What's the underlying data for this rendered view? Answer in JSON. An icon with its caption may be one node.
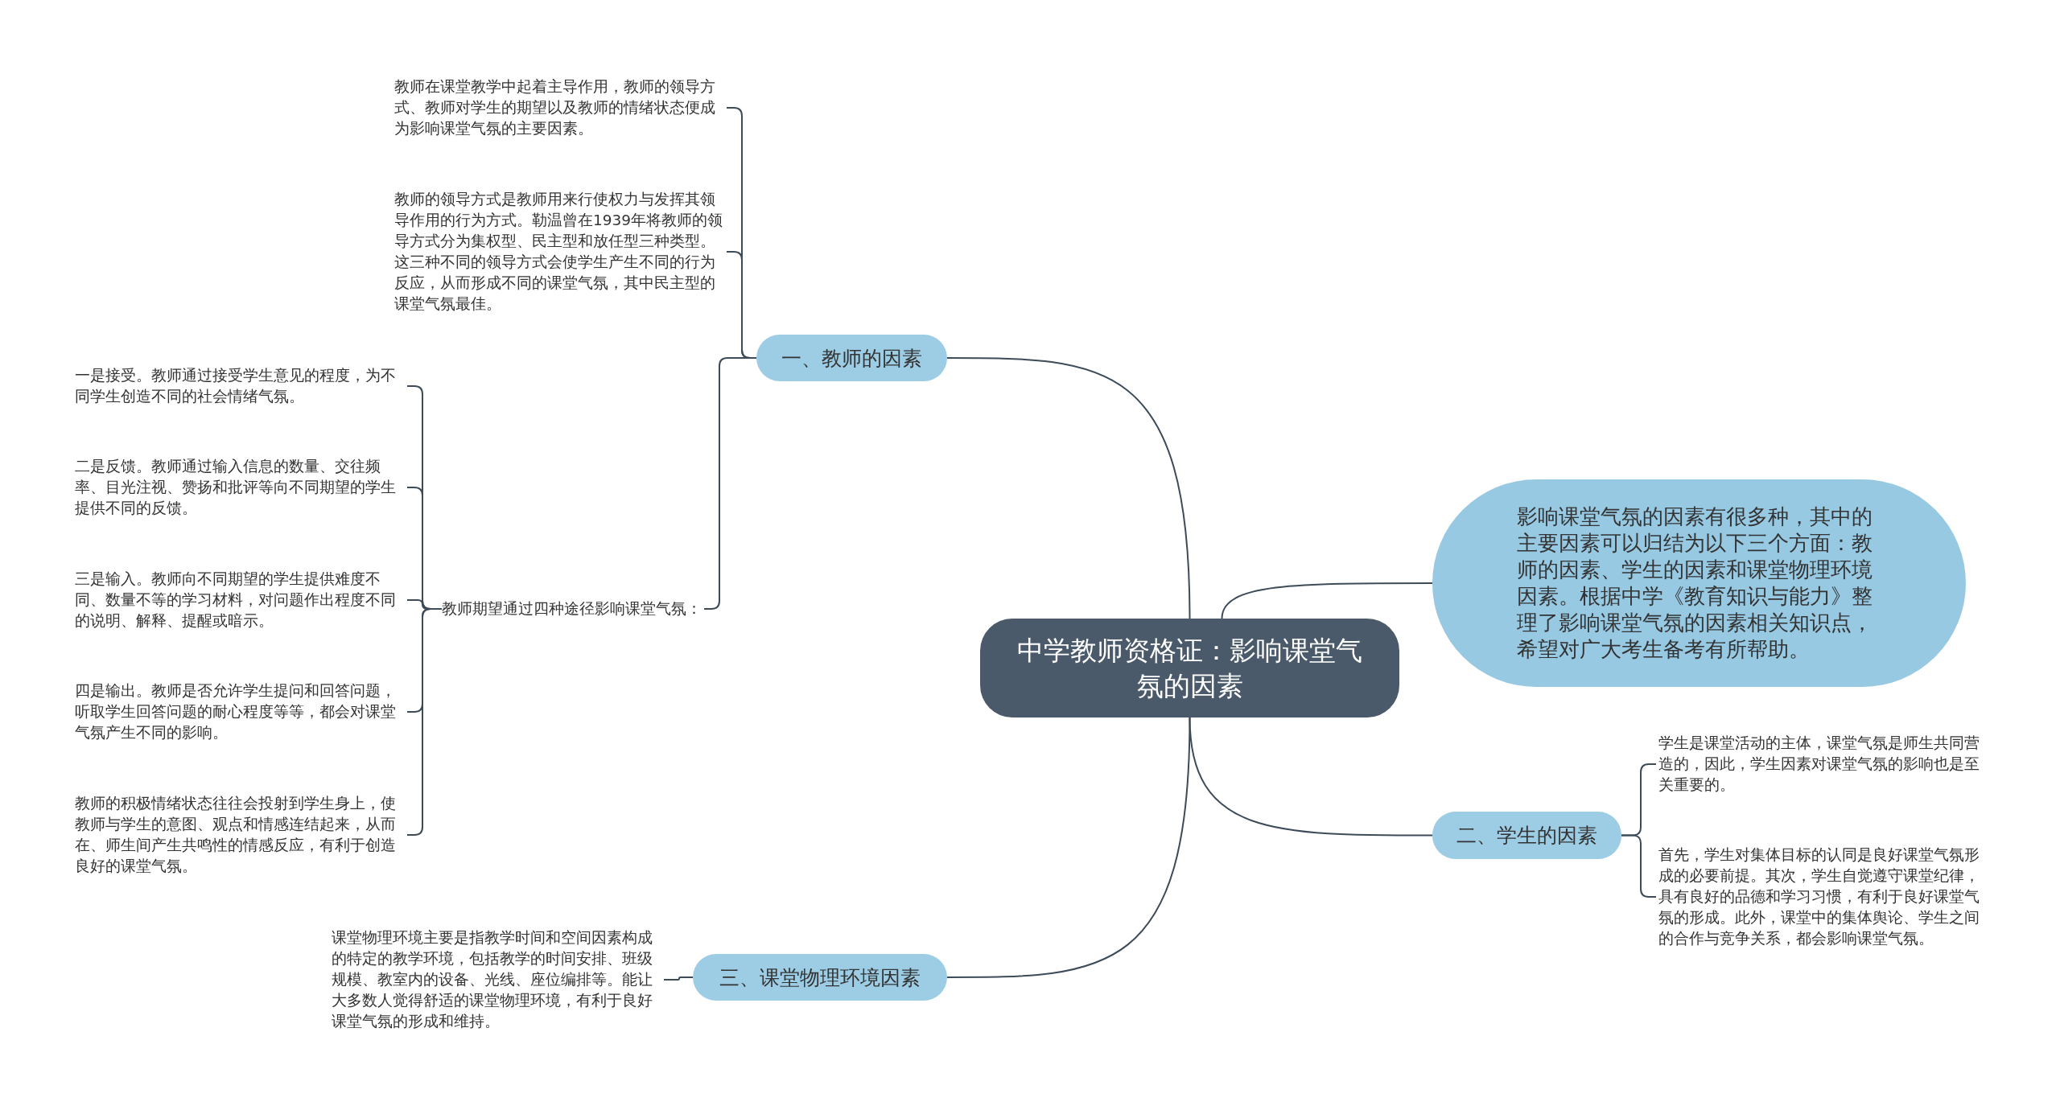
{
  "diagram": {
    "nodes": [
      {
        "text": [
          "中学教师资格证：影响课堂气氛的因素"
        ]
      },
      {
        "text": [
          "一、教师的因素"
        ]
      },
      {
        "text": [
          "教师在课堂教学中起着主导作用，教师的领导方式、教师对学生的期望以及教师的情绪状态便成为影响课堂气氛的主要因素。"
        ]
      },
      {
        "text": [
          "教师的领导方式是教师用来行使权力与发挥其领导作用的行为方式。勒温曾在1939年将教师的领导方式分为集权型、民主型和放任型三种类型。这三种不同的领导方式会使学生产生不同的行为反应，从而形成不同的课堂气氛，其中民主型的课堂气氛最佳。"
        ]
      },
      {
        "text": [
          "教师期望通过四种途径影响课堂气氛："
        ]
      },
      {
        "text": [
          "一是接受。教师通过接受学生意见的程度，为不同学生创造不同的社会情绪气氛。"
        ]
      },
      {
        "text": [
          "二是反馈。教师通过输入信息的数量、交往频率、目光注视、赞扬和批评等向不同期望的学生提供不同的反馈。"
        ]
      },
      {
        "text": [
          "三是输入。教师向不同期望的学生提供难度不同、数量不等的学习材料，对问题作出程度不同的说明、解释、提醒或暗示。"
        ]
      },
      {
        "text": [
          "四是输出。教师是否允许学生提问和回答问题，听取学生回答问题的耐心程度等等，都会对课堂气氛产生不同的影响。"
        ]
      },
      {
        "text": [
          "教师的积极情绪状态往往会投射到学生身上，使教师与学生的意图、观点和情感连结起来，从而在、师生间产生共鸣性的情感反应，有利于创造良好的课堂气氛。"
        ]
      },
      {
        "text": [
          "影响课堂气氛的因素有很多种，其中的主要因素可以归结为以下三个方面：教师的因素、学生的因素和课堂物理环境因素。根据中学《教育知识与能力》整理了影响课堂气氛的因素相关知识点，希望对广大考生备考有所帮助。"
        ]
      },
      {
        "text": [
          "二、学生的因素"
        ]
      },
      {
        "text": [
          "学生是课堂活动的主体，课堂气氛是师生共同营造的，因此，学生因素对课堂气氛的影响也是至关重要的。"
        ]
      },
      {
        "text": [
          "首先，学生对集体目标的认同是良好课堂气氛形成的必要前提。其次，学生自觉遵守课堂纪律，具有良好的品德和学习习惯，有利于良好课堂气氛的形成。此外，课堂中的集体舆论、学生之间的合作与竞争关系，都会影响课堂气氛。"
        ]
      },
      {
        "text": [
          "三、课堂物理环境因素"
        ]
      },
      {
        "text": [
          "课堂物理环境主要是指教学时间和空间因素构成的特定的教学环境，包括教学的时间安排、班级规模、教室内的设备、光线、座位编排等。能让大多数人觉得舒适的课堂物理环境，有利于良好课堂气氛的形成和维持。"
        ]
      }
    ],
    "edges": [
      {
        "from": 0,
        "to": 1,
        "arrow": "none"
      },
      {
        "from": 1,
        "to": 2,
        "arrow": "none"
      },
      {
        "from": 1,
        "to": 3,
        "arrow": "none"
      },
      {
        "from": 1,
        "to": 4,
        "arrow": "none"
      },
      {
        "from": 4,
        "to": 5,
        "arrow": "none"
      },
      {
        "from": 4,
        "to": 6,
        "arrow": "none"
      },
      {
        "from": 4,
        "to": 7,
        "arrow": "none"
      },
      {
        "from": 4,
        "to": 8,
        "arrow": "none"
      },
      {
        "from": 4,
        "to": 9,
        "arrow": "none"
      },
      {
        "from": 0,
        "to": 10,
        "arrow": "none"
      },
      {
        "from": 0,
        "to": 11,
        "arrow": "none"
      },
      {
        "from": 11,
        "to": 12,
        "arrow": "none"
      },
      {
        "from": 11,
        "to": 13,
        "arrow": "none"
      },
      {
        "from": 0,
        "to": 14,
        "arrow": "none"
      },
      {
        "from": 14,
        "to": 15,
        "arrow": "none"
      }
    ]
  }
}
